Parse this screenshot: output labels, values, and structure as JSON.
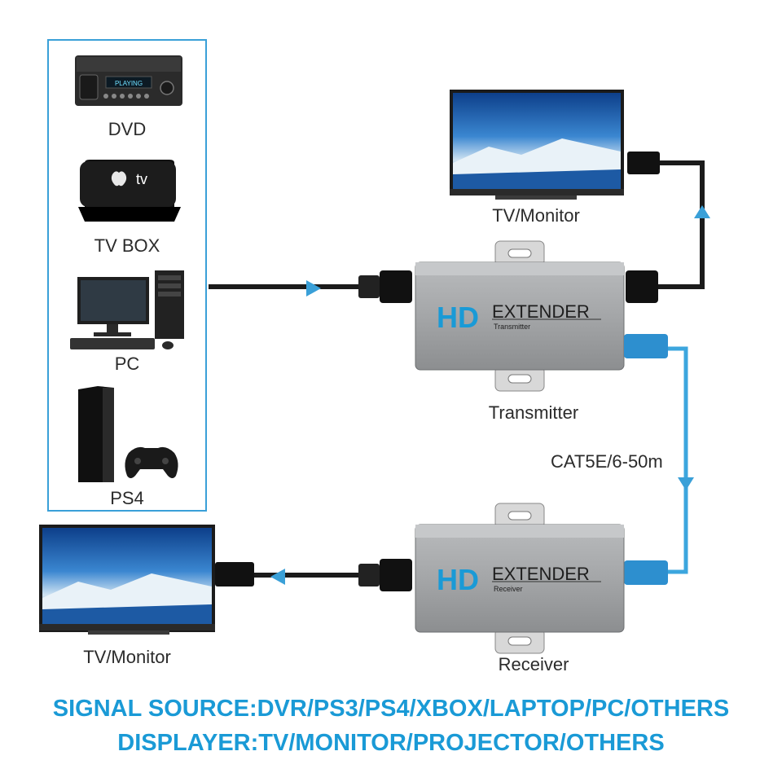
{
  "sources": [
    {
      "id": "dvd",
      "label": "DVD",
      "display_text": "PLAYING"
    },
    {
      "id": "tvbox",
      "label": "TV BOX",
      "logo_text": "tv"
    },
    {
      "id": "pc",
      "label": "PC"
    },
    {
      "id": "ps4",
      "label": "PS4"
    }
  ],
  "transmitter": {
    "brand_hd": "HD",
    "brand_word": "EXTENDER",
    "sub": "Transmitter",
    "caption": "Transmitter"
  },
  "receiver": {
    "brand_hd": "HD",
    "brand_word": "EXTENDER",
    "sub": "Receiver",
    "caption": "Receiver"
  },
  "monitor_top": {
    "caption": "TV/Monitor"
  },
  "monitor_bottom": {
    "caption": "TV/Monitor"
  },
  "cable": {
    "label": "CAT5E/6-50m"
  },
  "footer": {
    "line1": "SIGNAL SOURCE:DVR/PS3/PS4/XBOX/LAPTOP/PC/OTHERS",
    "line2": "DISPLAYER:TV/MONITOR/PROJECTOR/OTHERS"
  },
  "colors": {
    "accent": "#1a9ad6",
    "box": "#9ea0a2",
    "cable": "#2a2a2a",
    "cat_cable": "#3ca6de"
  }
}
